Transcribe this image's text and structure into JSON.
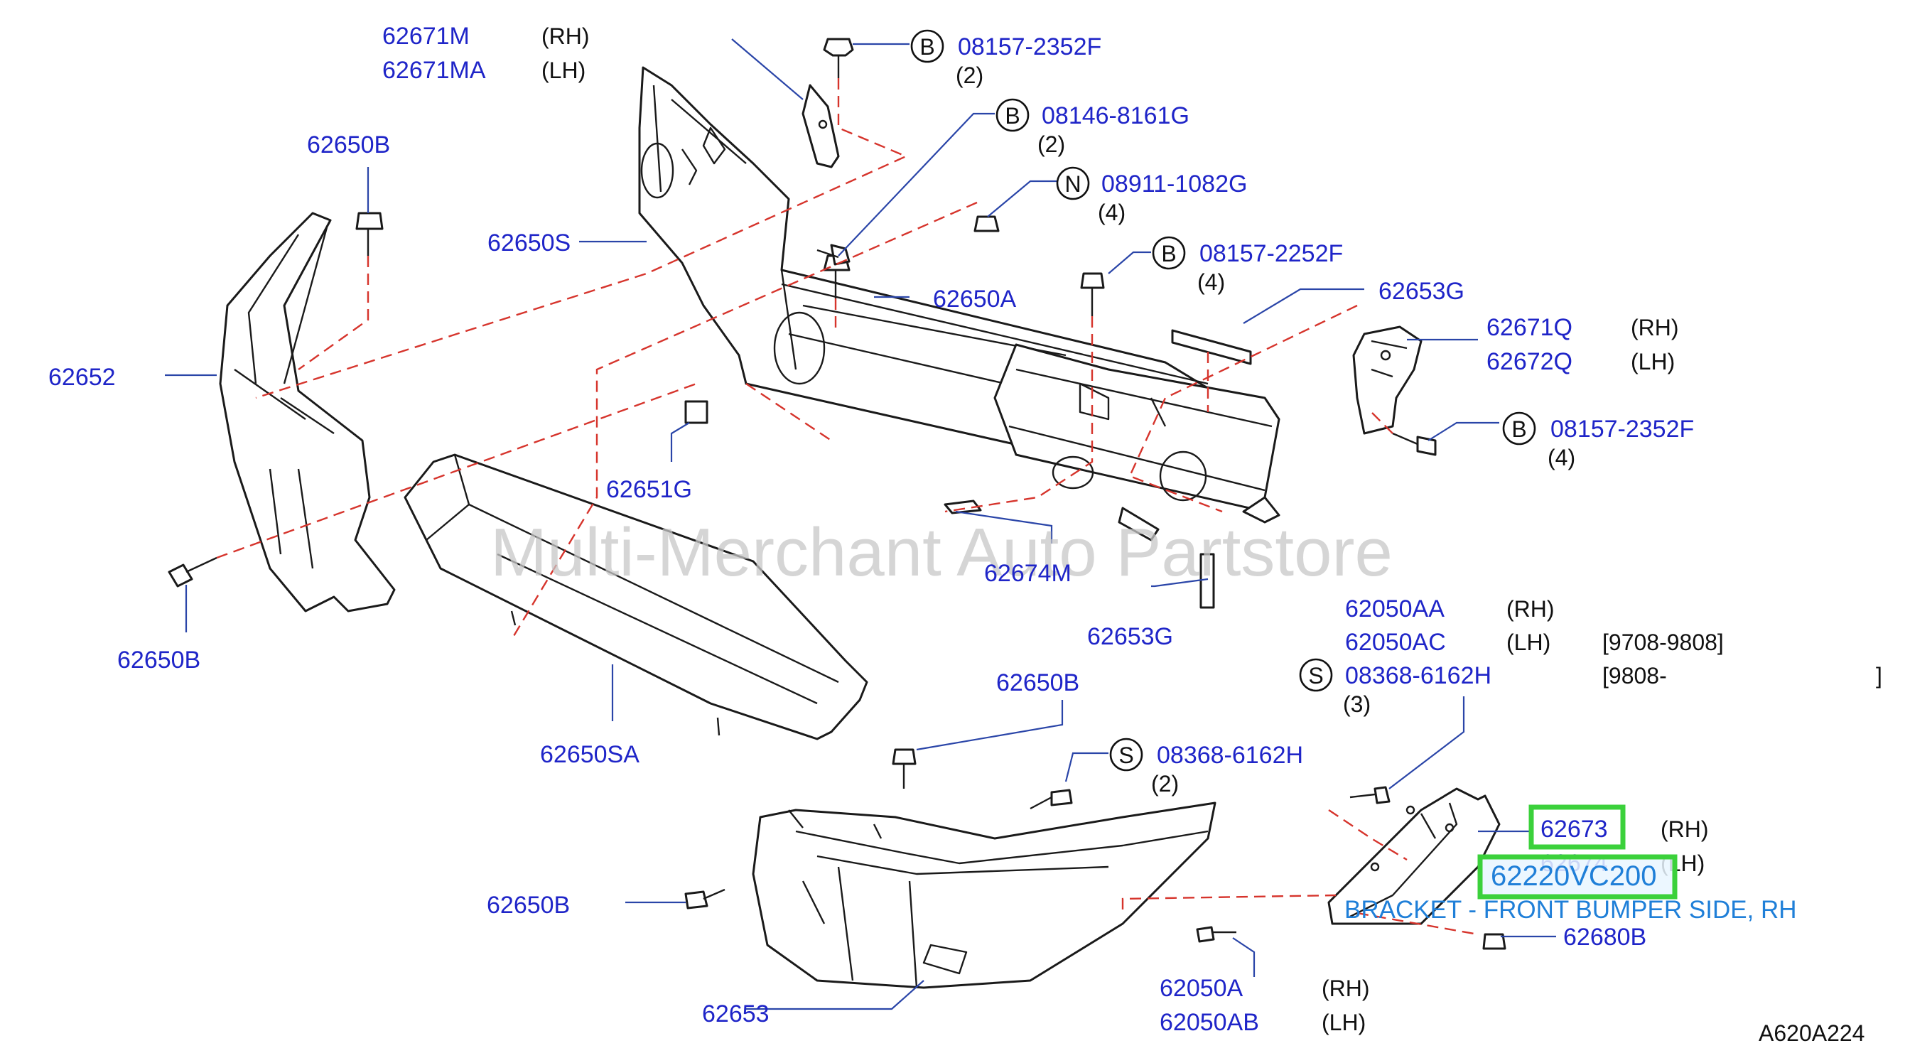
{
  "diagram": {
    "watermark": "Multi-Merchant Auto Partstore",
    "figure_code": "A620A224",
    "callouts": [
      {
        "id": "c1",
        "part": "62671M",
        "side": "(RH)"
      },
      {
        "id": "c2",
        "part": "62671MA",
        "side": "(LH)"
      },
      {
        "id": "c3",
        "part": "62650B"
      },
      {
        "id": "c4",
        "part": "62650S"
      },
      {
        "id": "c5",
        "part": "62652"
      },
      {
        "id": "c6",
        "part": "62650B"
      },
      {
        "id": "c7",
        "part": "62651G"
      },
      {
        "id": "c8",
        "part": "62650SA"
      },
      {
        "id": "c9",
        "part": "62650A"
      },
      {
        "id": "c10",
        "part": "62674M"
      },
      {
        "id": "c11",
        "part": "62653G"
      },
      {
        "id": "c12",
        "part": "62653G"
      },
      {
        "id": "c13",
        "part": "62671Q",
        "side": "(RH)"
      },
      {
        "id": "c14",
        "part": "62672Q",
        "side": "(LH)"
      },
      {
        "id": "c15",
        "part": "62050AA",
        "side": "(RH)"
      },
      {
        "id": "c16",
        "part": "62050AC",
        "side": "(LH)",
        "range": "[9708-9808]"
      },
      {
        "id": "c17",
        "part": "62650B"
      },
      {
        "id": "c18",
        "part": "62650B"
      },
      {
        "id": "c19",
        "part": "62653"
      },
      {
        "id": "c20",
        "part": "62050A",
        "side": "(RH)"
      },
      {
        "id": "c21",
        "part": "62050AB",
        "side": "(LH)"
      },
      {
        "id": "c22",
        "part": "62680B"
      },
      {
        "id": "c23",
        "part": "62673",
        "side": "(RH)"
      },
      {
        "id": "c24",
        "part": "62674",
        "side": "(LH)"
      }
    ],
    "fasteners": [
      {
        "id": "f1",
        "badge": "B",
        "part": "08157-2352F",
        "qty": "(2)"
      },
      {
        "id": "f2",
        "badge": "B",
        "part": "08146-8161G",
        "qty": "(2)"
      },
      {
        "id": "f3",
        "badge": "N",
        "part": "08911-1082G",
        "qty": "(4)"
      },
      {
        "id": "f4",
        "badge": "B",
        "part": "08157-2252F",
        "qty": "(4)"
      },
      {
        "id": "f5",
        "badge": "B",
        "part": "08157-2352F",
        "qty": "(4)"
      },
      {
        "id": "f6",
        "badge": "S",
        "part": "08368-6162H",
        "qty": "(3)",
        "range_open": "[9808-",
        "range_close": "]"
      },
      {
        "id": "f7",
        "badge": "S",
        "part": "08368-6162H",
        "qty": "(2)"
      }
    ],
    "highlight": {
      "part": "62220VC200",
      "description": "BRACKET - FRONT BUMPER SIDE, RH"
    },
    "colors": {
      "part_text": "#1f25c8",
      "highlight_text": "#1f7fd8",
      "highlight_box": "#3bd13b",
      "leader": "#2a45a8",
      "dashed": "#d6342c",
      "line_art": "#1a1a1a"
    }
  }
}
